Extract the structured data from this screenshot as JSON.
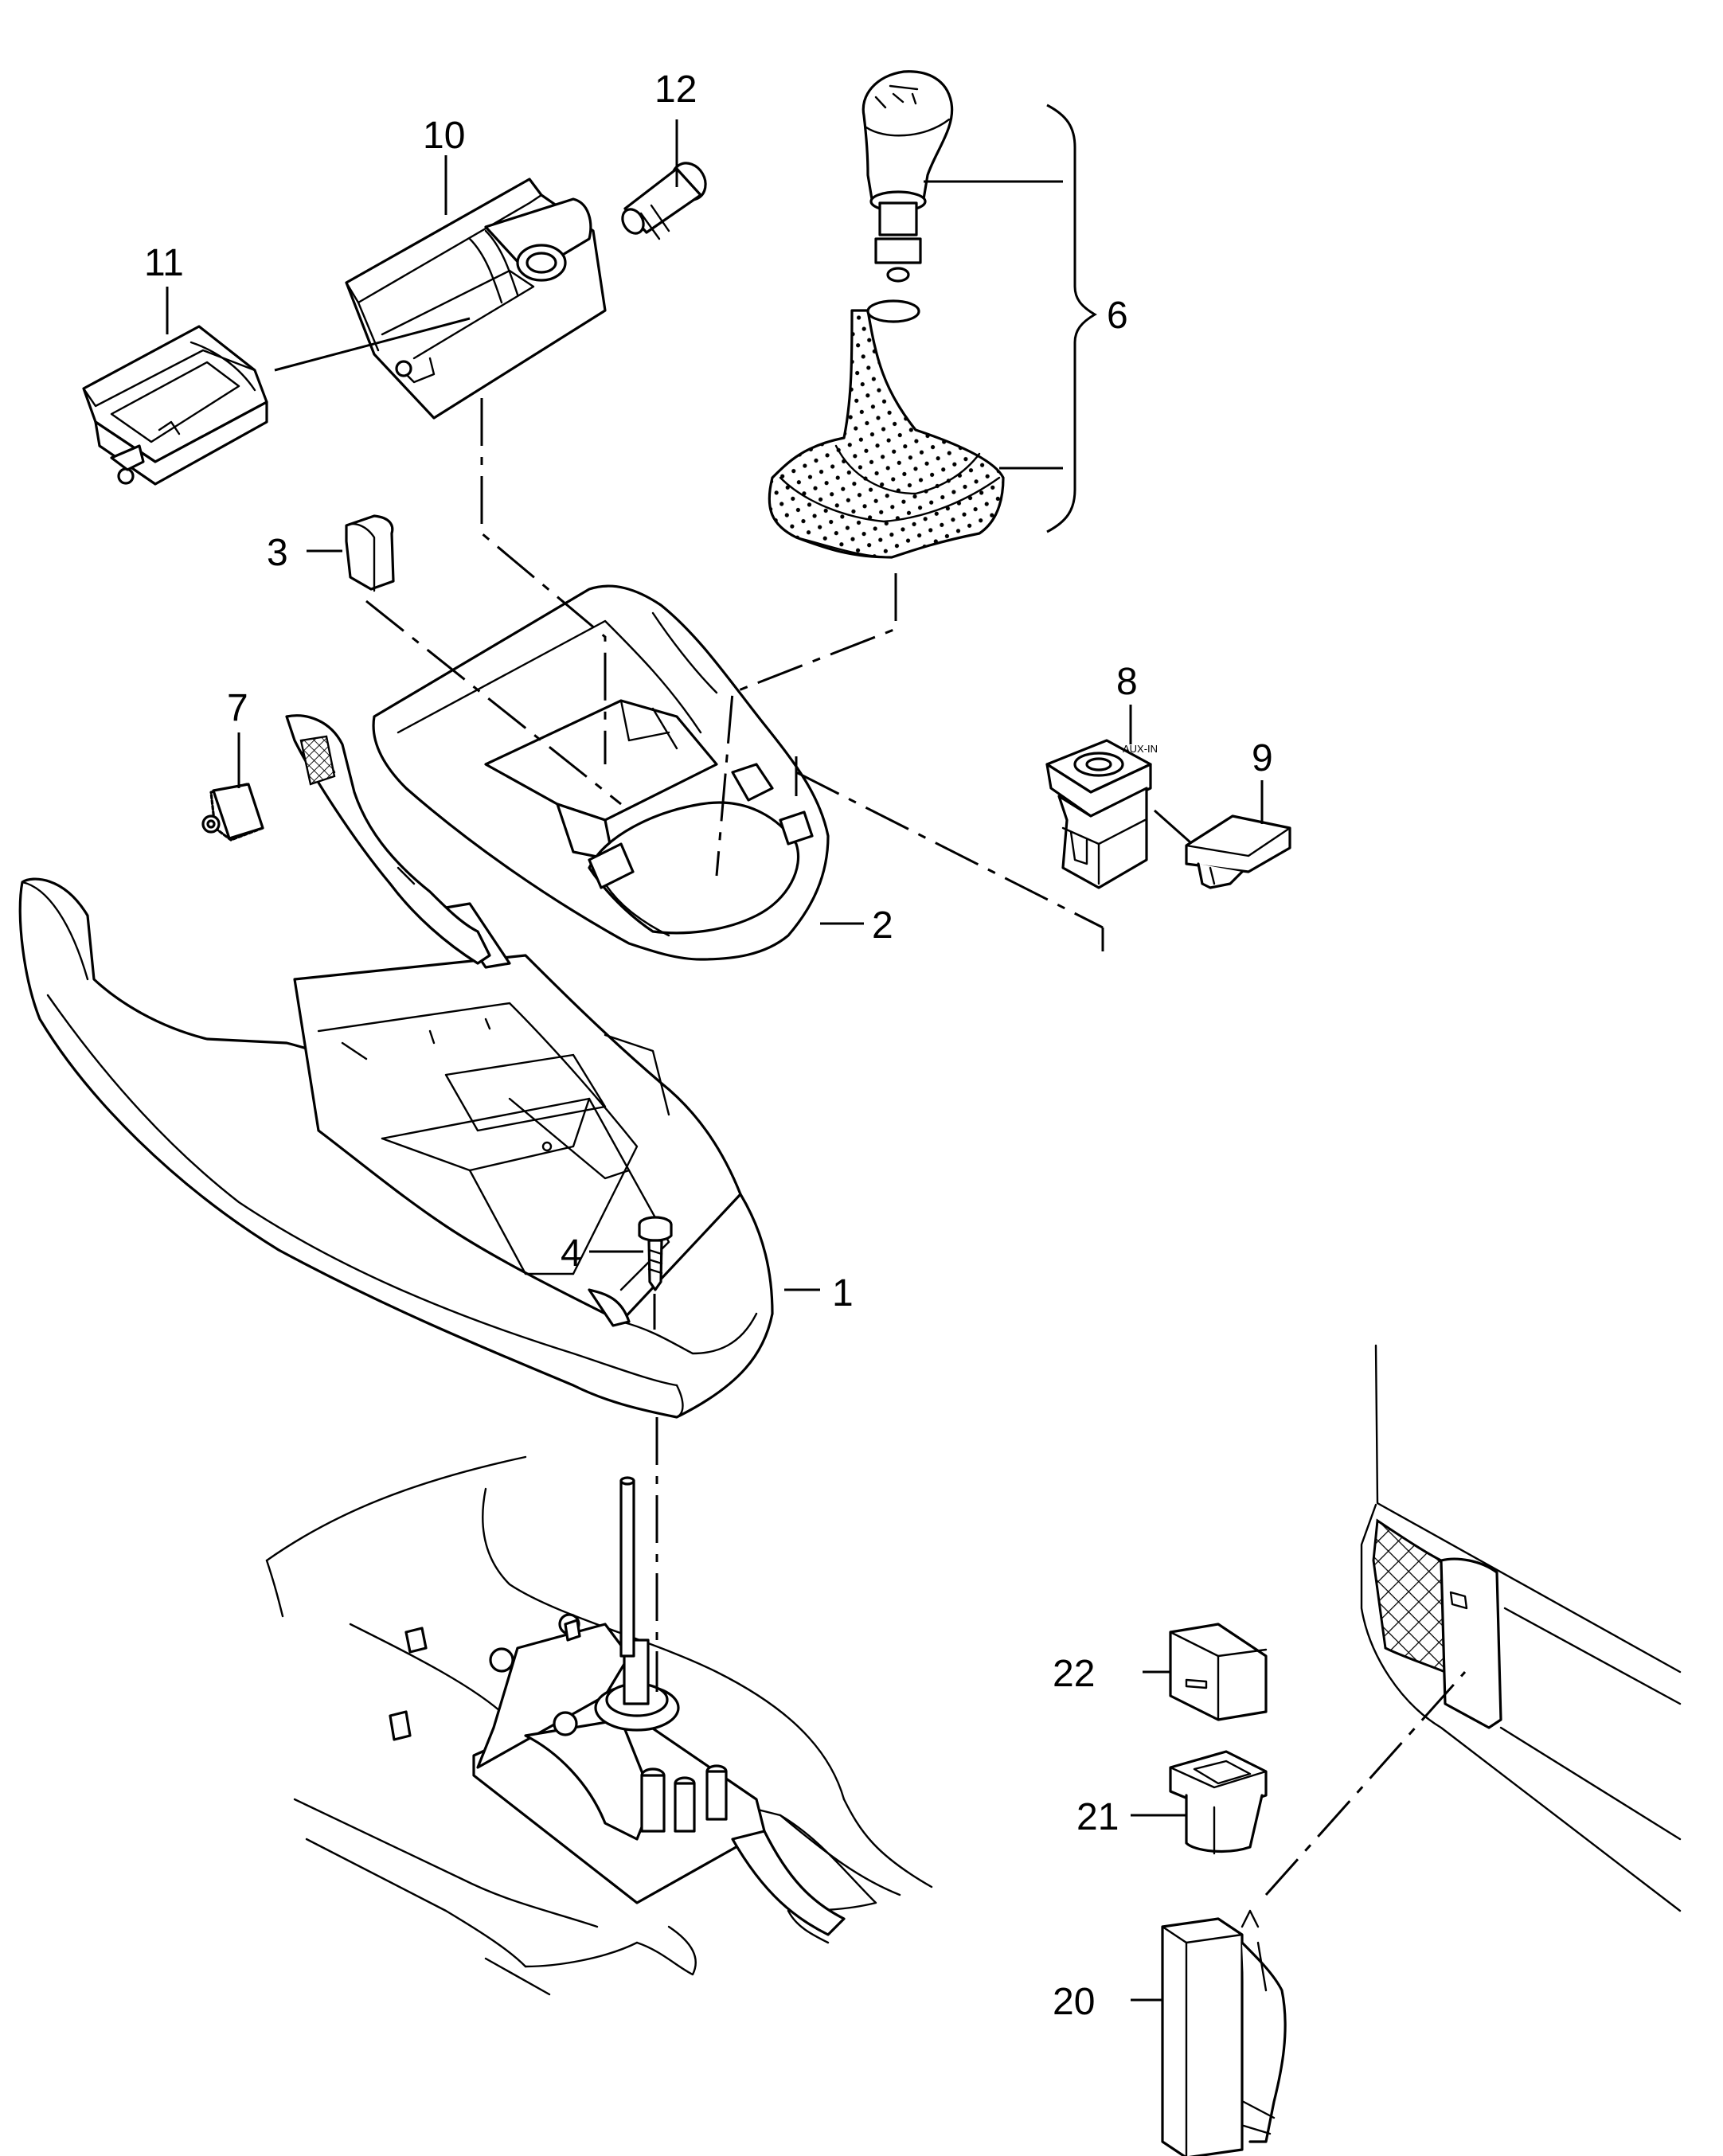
{
  "callouts": {
    "c1": "1",
    "c2": "2",
    "c3": "3",
    "c4": "4",
    "c6": "6",
    "c7": "7",
    "c8": "8",
    "c9": "9",
    "c10": "10",
    "c11": "11",
    "c12": "12",
    "c20": "20",
    "c21": "21",
    "c22": "22"
  },
  "aux_socket_text": "AUX-IN"
}
